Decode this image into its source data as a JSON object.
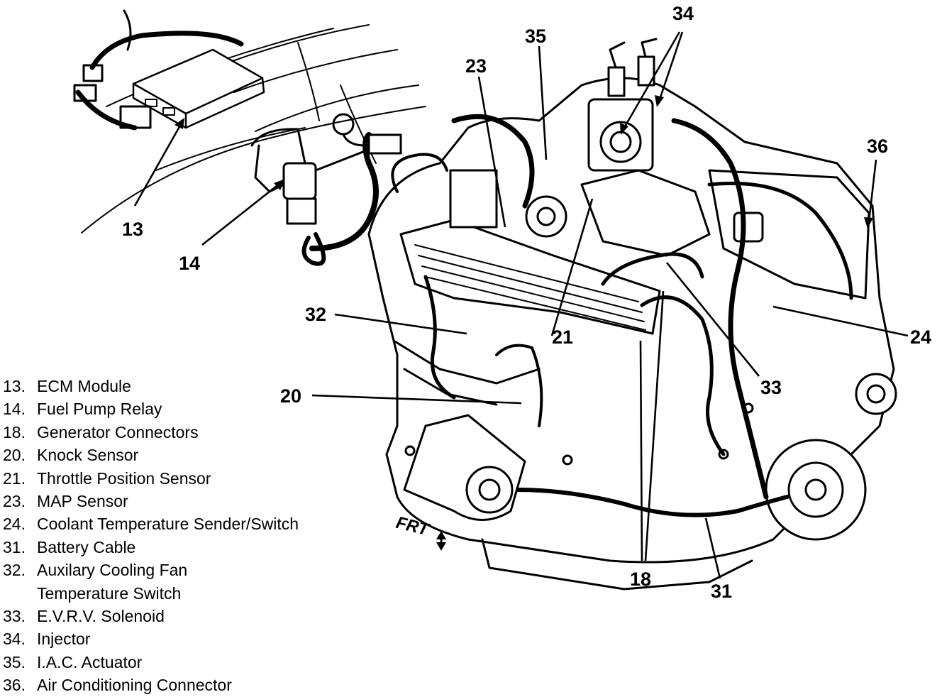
{
  "callouts": {
    "c13": "13",
    "c14": "14",
    "c18": "18",
    "c20": "20",
    "c21": "21",
    "c23": "23",
    "c24": "24",
    "c31": "31",
    "c32": "32",
    "c33": "33",
    "c34": "34",
    "c35": "35",
    "c36": "36"
  },
  "orientation_label": "FRT",
  "legend": [
    {
      "num": "13.",
      "label": "ECM Module"
    },
    {
      "num": "14.",
      "label": "Fuel Pump Relay"
    },
    {
      "num": "18.",
      "label": "Generator Connectors"
    },
    {
      "num": "20.",
      "label": "Knock Sensor"
    },
    {
      "num": "21.",
      "label": "Throttle Position Sensor"
    },
    {
      "num": "23.",
      "label": "MAP Sensor"
    },
    {
      "num": "24.",
      "label": "Coolant Temperature Sender/Switch"
    },
    {
      "num": "31.",
      "label": "Battery Cable"
    },
    {
      "num": "32.",
      "label": "Auxilary Cooling Fan",
      "continuation": "Temperature Switch"
    },
    {
      "num": "33.",
      "label": "E.V.R.V. Solenoid"
    },
    {
      "num": "34.",
      "label": "Injector"
    },
    {
      "num": "35.",
      "label": "I.A.C. Actuator"
    },
    {
      "num": "36.",
      "label": "Air Conditioning Connector"
    }
  ]
}
